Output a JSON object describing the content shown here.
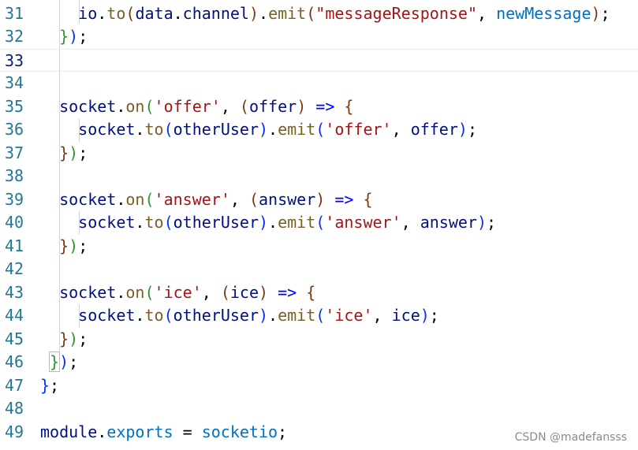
{
  "editor": {
    "lines": [
      {
        "num": "31",
        "tokens": [
          {
            "t": "    ",
            "c": "t-punc"
          },
          {
            "t": "io",
            "c": "t-plain"
          },
          {
            "t": ".",
            "c": "t-punc"
          },
          {
            "t": "to",
            "c": "t-fn"
          },
          {
            "t": "(",
            "c": "t-p2"
          },
          {
            "t": "data",
            "c": "t-plain"
          },
          {
            "t": ".",
            "c": "t-punc"
          },
          {
            "t": "channel",
            "c": "t-plain"
          },
          {
            "t": ")",
            "c": "t-p2"
          },
          {
            "t": ".",
            "c": "t-punc"
          },
          {
            "t": "emit",
            "c": "t-fn"
          },
          {
            "t": "(",
            "c": "t-p2"
          },
          {
            "t": "\"messageResponse\"",
            "c": "t-str"
          },
          {
            "t": ", ",
            "c": "t-punc"
          },
          {
            "t": "newMessage",
            "c": "t-prop"
          },
          {
            "t": ")",
            "c": "t-p2"
          },
          {
            "t": ";",
            "c": "t-punc"
          }
        ]
      },
      {
        "num": "32",
        "tokens": [
          {
            "t": "  ",
            "c": "t-punc"
          },
          {
            "t": "}",
            "c": "t-p1"
          },
          {
            "t": ")",
            "c": "t-p3"
          },
          {
            "t": ";",
            "c": "t-punc"
          }
        ]
      },
      {
        "num": "33",
        "current": true,
        "tokens": []
      },
      {
        "num": "34",
        "tokens": []
      },
      {
        "num": "35",
        "tokens": [
          {
            "t": "  ",
            "c": "t-punc"
          },
          {
            "t": "socket",
            "c": "t-plain"
          },
          {
            "t": ".",
            "c": "t-punc"
          },
          {
            "t": "on",
            "c": "t-fn"
          },
          {
            "t": "(",
            "c": "t-p1"
          },
          {
            "t": "'offer'",
            "c": "t-str"
          },
          {
            "t": ", ",
            "c": "t-punc"
          },
          {
            "t": "(",
            "c": "t-p2"
          },
          {
            "t": "offer",
            "c": "t-plain"
          },
          {
            "t": ")",
            "c": "t-p2"
          },
          {
            "t": " ",
            "c": "t-punc"
          },
          {
            "t": "=>",
            "c": "t-op"
          },
          {
            "t": " ",
            "c": "t-punc"
          },
          {
            "t": "{",
            "c": "t-p2"
          }
        ]
      },
      {
        "num": "36",
        "tokens": [
          {
            "t": "    ",
            "c": "t-punc"
          },
          {
            "t": "socket",
            "c": "t-plain"
          },
          {
            "t": ".",
            "c": "t-punc"
          },
          {
            "t": "to",
            "c": "t-fn"
          },
          {
            "t": "(",
            "c": "t-p3"
          },
          {
            "t": "otherUser",
            "c": "t-plain"
          },
          {
            "t": ")",
            "c": "t-p3"
          },
          {
            "t": ".",
            "c": "t-punc"
          },
          {
            "t": "emit",
            "c": "t-fn"
          },
          {
            "t": "(",
            "c": "t-p3"
          },
          {
            "t": "'offer'",
            "c": "t-str"
          },
          {
            "t": ", ",
            "c": "t-punc"
          },
          {
            "t": "offer",
            "c": "t-plain"
          },
          {
            "t": ")",
            "c": "t-p3"
          },
          {
            "t": ";",
            "c": "t-punc"
          }
        ]
      },
      {
        "num": "37",
        "tokens": [
          {
            "t": "  ",
            "c": "t-punc"
          },
          {
            "t": "}",
            "c": "t-p2"
          },
          {
            "t": ")",
            "c": "t-p1"
          },
          {
            "t": ";",
            "c": "t-punc"
          }
        ]
      },
      {
        "num": "38",
        "tokens": []
      },
      {
        "num": "39",
        "tokens": [
          {
            "t": "  ",
            "c": "t-punc"
          },
          {
            "t": "socket",
            "c": "t-plain"
          },
          {
            "t": ".",
            "c": "t-punc"
          },
          {
            "t": "on",
            "c": "t-fn"
          },
          {
            "t": "(",
            "c": "t-p1"
          },
          {
            "t": "'answer'",
            "c": "t-str"
          },
          {
            "t": ", ",
            "c": "t-punc"
          },
          {
            "t": "(",
            "c": "t-p2"
          },
          {
            "t": "answer",
            "c": "t-plain"
          },
          {
            "t": ")",
            "c": "t-p2"
          },
          {
            "t": " ",
            "c": "t-punc"
          },
          {
            "t": "=>",
            "c": "t-op"
          },
          {
            "t": " ",
            "c": "t-punc"
          },
          {
            "t": "{",
            "c": "t-p2"
          }
        ]
      },
      {
        "num": "40",
        "tokens": [
          {
            "t": "    ",
            "c": "t-punc"
          },
          {
            "t": "socket",
            "c": "t-plain"
          },
          {
            "t": ".",
            "c": "t-punc"
          },
          {
            "t": "to",
            "c": "t-fn"
          },
          {
            "t": "(",
            "c": "t-p3"
          },
          {
            "t": "otherUser",
            "c": "t-plain"
          },
          {
            "t": ")",
            "c": "t-p3"
          },
          {
            "t": ".",
            "c": "t-punc"
          },
          {
            "t": "emit",
            "c": "t-fn"
          },
          {
            "t": "(",
            "c": "t-p3"
          },
          {
            "t": "'answer'",
            "c": "t-str"
          },
          {
            "t": ", ",
            "c": "t-punc"
          },
          {
            "t": "answer",
            "c": "t-plain"
          },
          {
            "t": ")",
            "c": "t-p3"
          },
          {
            "t": ";",
            "c": "t-punc"
          }
        ]
      },
      {
        "num": "41",
        "tokens": [
          {
            "t": "  ",
            "c": "t-punc"
          },
          {
            "t": "}",
            "c": "t-p2"
          },
          {
            "t": ")",
            "c": "t-p1"
          },
          {
            "t": ";",
            "c": "t-punc"
          }
        ]
      },
      {
        "num": "42",
        "tokens": []
      },
      {
        "num": "43",
        "tokens": [
          {
            "t": "  ",
            "c": "t-punc"
          },
          {
            "t": "socket",
            "c": "t-plain"
          },
          {
            "t": ".",
            "c": "t-punc"
          },
          {
            "t": "on",
            "c": "t-fn"
          },
          {
            "t": "(",
            "c": "t-p1"
          },
          {
            "t": "'ice'",
            "c": "t-str"
          },
          {
            "t": ", ",
            "c": "t-punc"
          },
          {
            "t": "(",
            "c": "t-p2"
          },
          {
            "t": "ice",
            "c": "t-plain"
          },
          {
            "t": ")",
            "c": "t-p2"
          },
          {
            "t": " ",
            "c": "t-punc"
          },
          {
            "t": "=>",
            "c": "t-op"
          },
          {
            "t": " ",
            "c": "t-punc"
          },
          {
            "t": "{",
            "c": "t-p2"
          }
        ]
      },
      {
        "num": "44",
        "tokens": [
          {
            "t": "    ",
            "c": "t-punc"
          },
          {
            "t": "socket",
            "c": "t-plain"
          },
          {
            "t": ".",
            "c": "t-punc"
          },
          {
            "t": "to",
            "c": "t-fn"
          },
          {
            "t": "(",
            "c": "t-p3"
          },
          {
            "t": "otherUser",
            "c": "t-plain"
          },
          {
            "t": ")",
            "c": "t-p3"
          },
          {
            "t": ".",
            "c": "t-punc"
          },
          {
            "t": "emit",
            "c": "t-fn"
          },
          {
            "t": "(",
            "c": "t-p3"
          },
          {
            "t": "'ice'",
            "c": "t-str"
          },
          {
            "t": ", ",
            "c": "t-punc"
          },
          {
            "t": "ice",
            "c": "t-plain"
          },
          {
            "t": ")",
            "c": "t-p3"
          },
          {
            "t": ";",
            "c": "t-punc"
          }
        ]
      },
      {
        "num": "45",
        "tokens": [
          {
            "t": "  ",
            "c": "t-punc"
          },
          {
            "t": "}",
            "c": "t-p2"
          },
          {
            "t": ")",
            "c": "t-p1"
          },
          {
            "t": ";",
            "c": "t-punc"
          }
        ]
      },
      {
        "num": "46",
        "tokens": [
          {
            "t": " ",
            "c": "t-punc"
          },
          {
            "t": "}",
            "c": "t-p1",
            "box": true
          },
          {
            "t": ")",
            "c": "t-p3"
          },
          {
            "t": ";",
            "c": "t-punc"
          }
        ]
      },
      {
        "num": "47",
        "tokens": [
          {
            "t": "}",
            "c": "t-p3"
          },
          {
            "t": ";",
            "c": "t-punc"
          }
        ]
      },
      {
        "num": "48",
        "tokens": []
      },
      {
        "num": "49",
        "tokens": [
          {
            "t": "module",
            "c": "t-plain"
          },
          {
            "t": ".",
            "c": "t-punc"
          },
          {
            "t": "exports",
            "c": "t-prop"
          },
          {
            "t": " = ",
            "c": "t-punc"
          },
          {
            "t": "socketio",
            "c": "t-prop"
          },
          {
            "t": ";",
            "c": "t-punc"
          }
        ]
      }
    ]
  },
  "watermark": "CSDN @madefansss",
  "colors": {
    "line_number": "#237893",
    "string": "#a31515",
    "function": "#795e26",
    "variable": "#001080",
    "keyword_arrow": "#0000ff"
  }
}
